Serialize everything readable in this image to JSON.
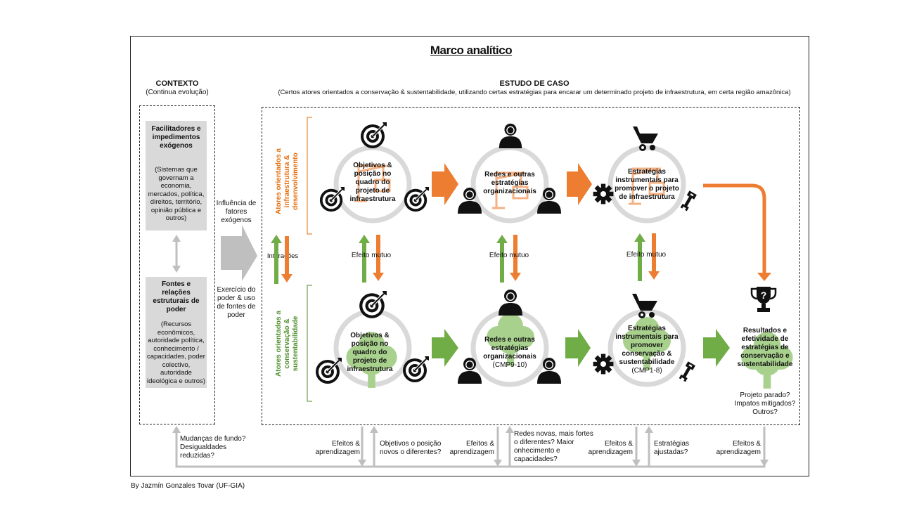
{
  "title": "Marco analítico",
  "contexto": {
    "heading": "CONTEXTO",
    "subheading": "(Continua evolução)",
    "box1_title": "Facilitadores e impedimentos exógenos",
    "box1_body": "(Sistemas que governam a economia, mercados, política, direitos, território, opinião pública e outros)",
    "box2_title": "Fontes e relações estruturais de poder",
    "box2_body": "(Recursos econômicos, autoridade política, conhecimento / capacidades, poder colectivo, autoridade ideológica e outros)"
  },
  "estudo": {
    "heading": "ESTUDO DE CASO",
    "subheading": "(Certos atores orientados a conservação & sustentabilidade, utilizando certas estratégias para encarar um determinado projeto de infraestrutura, em certa região amazônica)"
  },
  "influence_label": "Influência de fatores exógenos",
  "power_label": "Exercício do poder & uso de fontes de poder",
  "interactions_label": "Interações",
  "row_labels": {
    "top": "Atores orientados a infraestrutura & desenvolvimento",
    "bottom": "Atores orientados a conservação & sustentabilidade"
  },
  "top_nodes": [
    "Objetivos & posição no quadro do projeto de infraestrutura",
    "Redes e outras estratégias organizacionais",
    "Estratégias instrumentais para promover o projeto de infraestrutura"
  ],
  "bottom_nodes": [
    "Objetivos & posição no quadro do projeto de infraestrutura",
    "Redes e outras estratégias organizacionais",
    "Estratégias instrumentais para promover conservação & sustentabilidade"
  ],
  "bottom_node_suffix": [
    "",
    "(CMP9-10)",
    "(CMP1-8)"
  ],
  "mutual_effect": "Efeito mutuo",
  "result": {
    "title": "Resultados e efetividade de estratégias de conservação e sustentabilidade",
    "questions": "Projeto parado? Impatos mitigados? Outros?"
  },
  "feedback": {
    "background_changes": "Mudanças de fundo? Desigualdades reduzidas?",
    "effects_learning": "Efeitos & aprendizagem",
    "new_objectives": "Objetivos o posição novos o diferentes?",
    "new_networks": "Redes novas, mais fortes o diferentes? Maior onhecimento e capacidades?",
    "adjusted_strategies": "Estratégias ajustadas?"
  },
  "credit": "By Jazmín Gonzales Tovar (UF-GIA)",
  "icons": {
    "target": "target-icon",
    "person": "person-icon",
    "cart": "wheelbarrow-icon",
    "gear": "gear-icon",
    "wrench": "wrench-icon",
    "trophy": "trophy-question-icon"
  },
  "colors": {
    "orange": "#ed7d31",
    "green": "#70ad47",
    "grey": "#bfbfbf",
    "tree": "#a9d18e",
    "crane": "#f4b183"
  }
}
